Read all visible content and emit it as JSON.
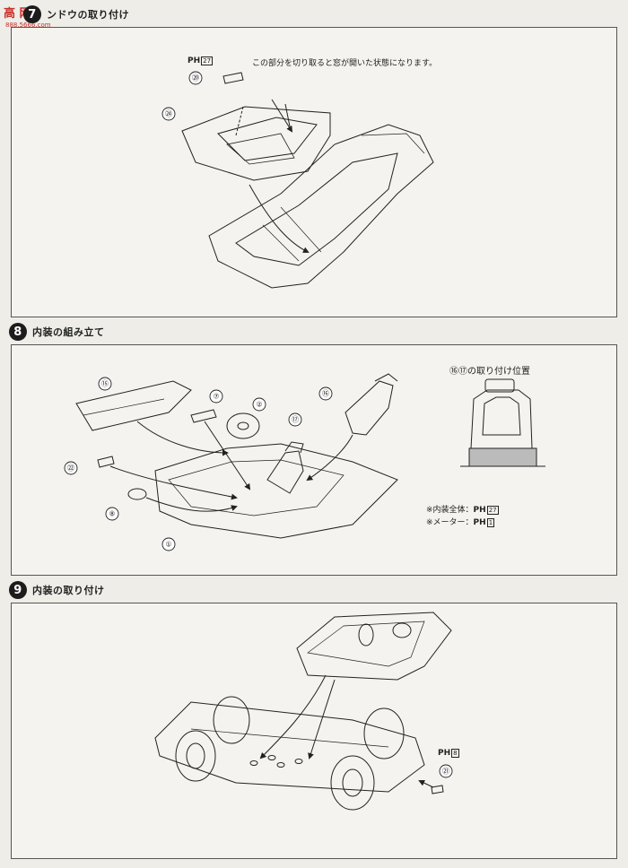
{
  "watermark": {
    "text": "高 网",
    "sub": "888.5666.com"
  },
  "step7": {
    "number": "7",
    "title": "ンドウの取り付け",
    "note": "この部分を切り取ると窓が開いた状態になります。",
    "ph_label": "PH",
    "ph_ref": "27",
    "parts": [
      "⑳",
      "㉔"
    ]
  },
  "step8": {
    "number": "8",
    "title": "内装の組み立て",
    "seat_position_label": "⑯⑰の取り付け位置",
    "note_interior_label": "※内装全体：",
    "note_interior_ref": "27",
    "note_meter_label": "※メーター：",
    "note_meter_ref": "1",
    "ph_label": "PH",
    "parts": [
      "⑮",
      "⑦",
      "②",
      "⑯",
      "⑰",
      "㉒",
      "⑧",
      "①"
    ]
  },
  "step9": {
    "number": "9",
    "title": "内装の取り付け",
    "ph_label": "PH",
    "ph_ref": "8",
    "parts": [
      "㉑"
    ]
  }
}
